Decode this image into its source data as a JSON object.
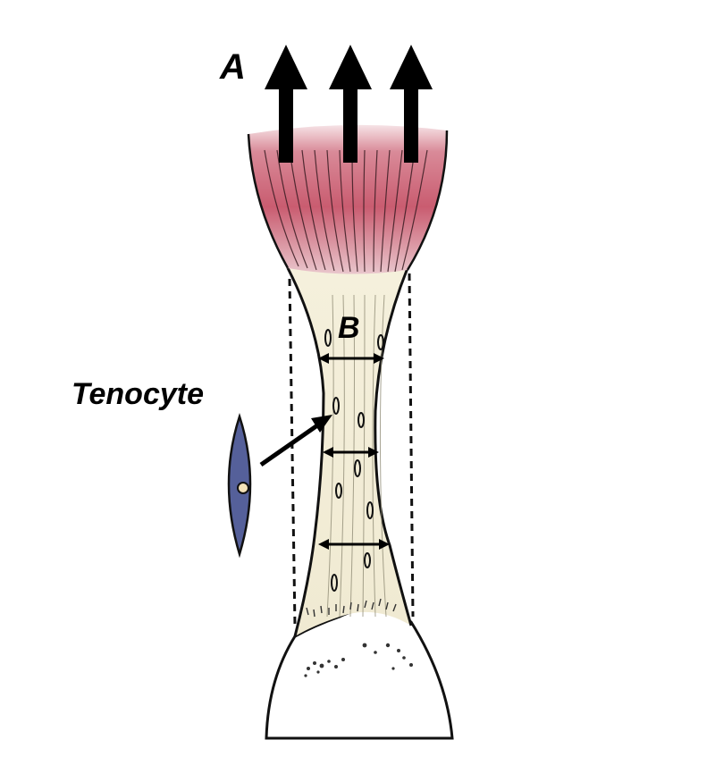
{
  "labels": {
    "a": "A",
    "b": "B",
    "tenocyte": "Tenocyte"
  },
  "colors": {
    "muscle": "#c85a6e",
    "muscle_light": "#f3d4da",
    "tendon": "#f3efdc",
    "bone": "#ffffff",
    "cell_fill": "#55609a",
    "cell_nucleus": "#f4e2b8",
    "ink": "#111111"
  },
  "icons": {
    "force_arrow": "arrow-up-icon",
    "width_marker": "double-headed-arrow-icon",
    "pointer": "arrow-icon"
  }
}
